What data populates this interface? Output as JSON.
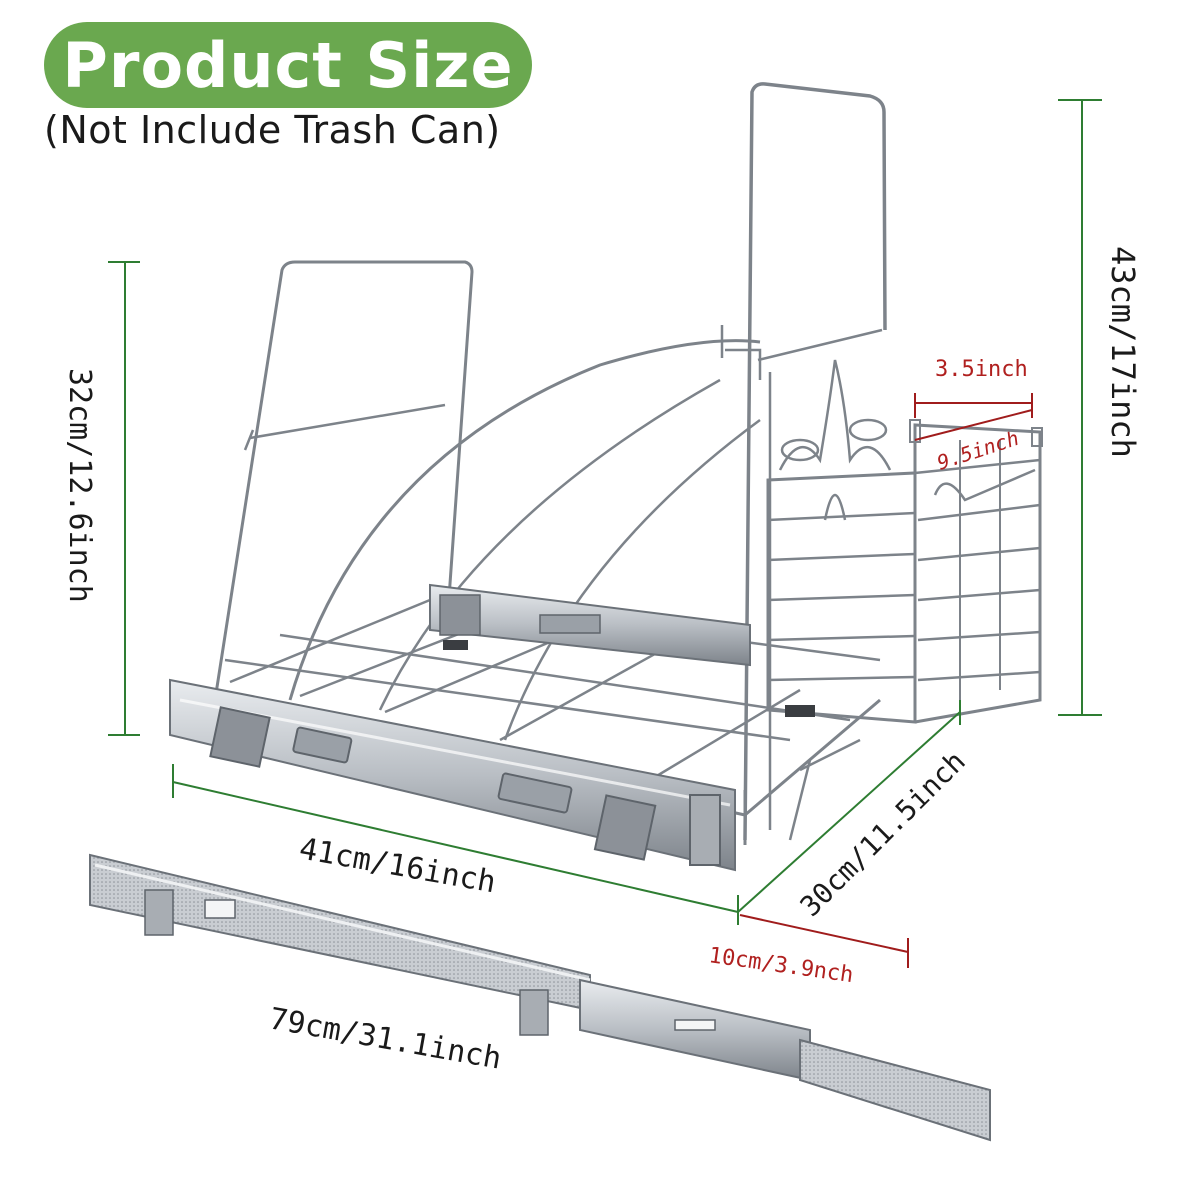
{
  "header": {
    "title": "Product Size",
    "subtitle": "(Not Include Trash Can)"
  },
  "dimensions": {
    "height_short": "32cm/12.6inch",
    "height_tall": "43cm/17inch",
    "width": "41cm/16inch",
    "depth": "30cm/11.5inch",
    "extra_depth": "10cm/3.9nch",
    "basket_width": "3.5inch",
    "basket_depth": "9.5inch",
    "slide_length": "79cm/31.1inch"
  },
  "colors": {
    "title_pill": "#6aa84f",
    "dimension_green": "#2e7d32",
    "dimension_red": "#a01c1c",
    "chrome": "#8a8f96"
  }
}
